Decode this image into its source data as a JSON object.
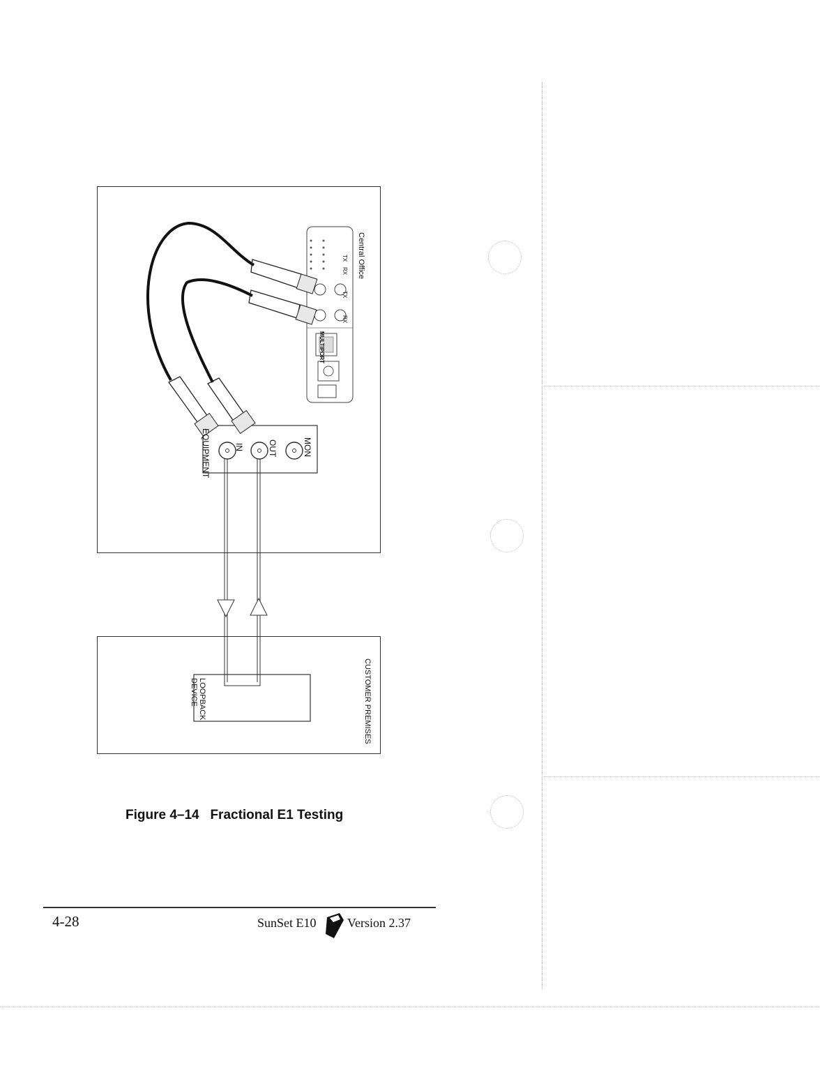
{
  "diagram": {
    "central_office_label": "Central Office",
    "multiport_label": "MULTIPORT",
    "co_port_labels": [
      "TX",
      "RX",
      "TX",
      "RX"
    ],
    "equipment_label": "EQUIPMENT",
    "jack_labels": {
      "mon": "MON",
      "out": "OUT",
      "in": "IN"
    },
    "customer_premises_label": "CUSTOMER PREMISES",
    "loopback_device_label": [
      "LOOPBACK",
      "DEVICE"
    ]
  },
  "caption": "Figure 4–14   Fractional E1 Testing",
  "footer": {
    "page_number": "4-28",
    "product": "SunSet E10",
    "version": "Version 2.37"
  }
}
